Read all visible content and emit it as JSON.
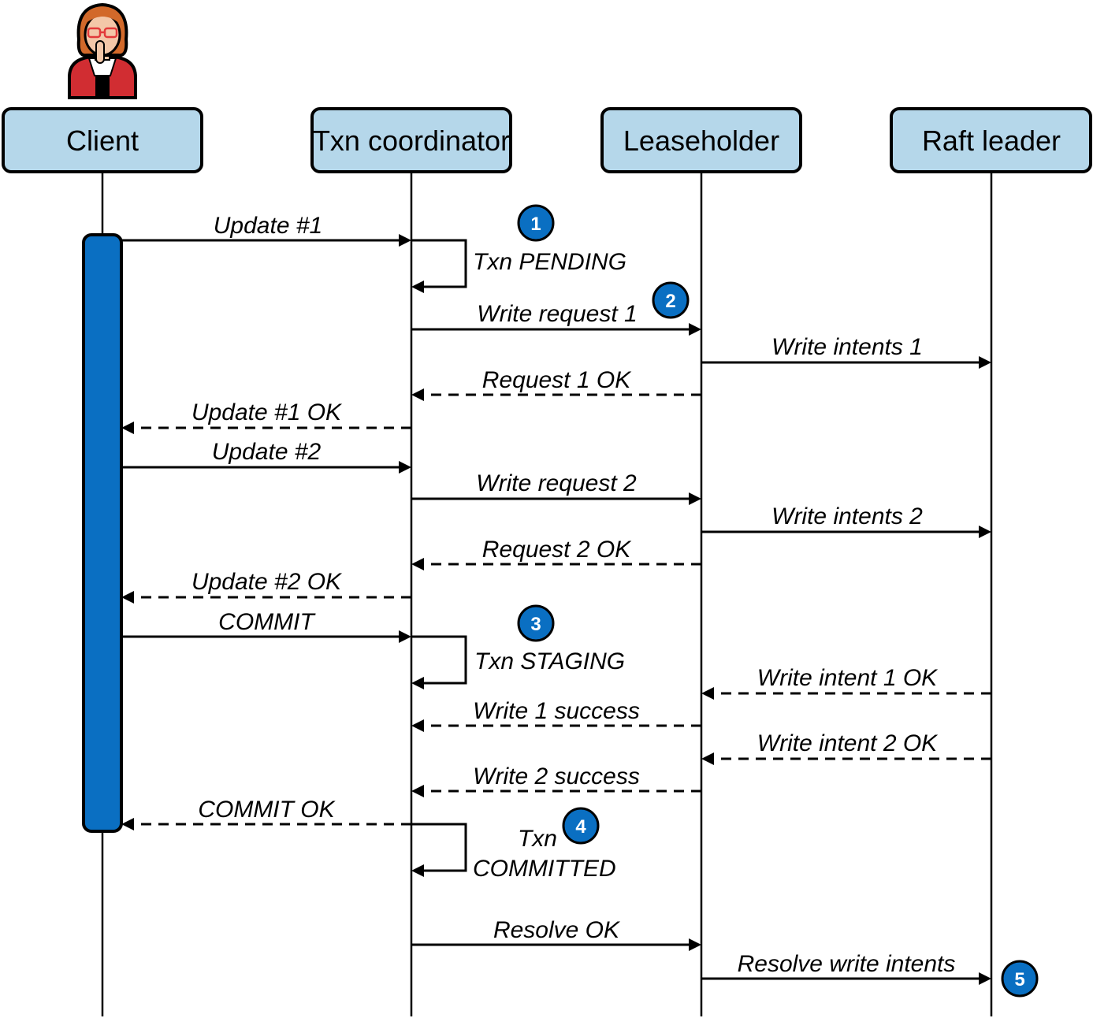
{
  "participants": [
    {
      "id": "client",
      "label": "Client"
    },
    {
      "id": "coord",
      "label": "Txn coordinator"
    },
    {
      "id": "lease",
      "label": "Leaseholder"
    },
    {
      "id": "raft",
      "label": "Raft leader"
    }
  ],
  "messages": [
    {
      "id": "update1",
      "from": "client",
      "to": "coord",
      "label": "Update #1",
      "style": "solid"
    },
    {
      "id": "write_req1",
      "from": "coord",
      "to": "lease",
      "label": "Write request 1",
      "style": "solid"
    },
    {
      "id": "write_intents1",
      "from": "lease",
      "to": "raft",
      "label": "Write intents 1",
      "style": "solid"
    },
    {
      "id": "request1_ok",
      "from": "lease",
      "to": "coord",
      "label": "Request 1 OK",
      "style": "dashed"
    },
    {
      "id": "update1_ok",
      "from": "coord",
      "to": "client",
      "label": "Update #1 OK",
      "style": "dashed"
    },
    {
      "id": "update2",
      "from": "client",
      "to": "coord",
      "label": "Update #2",
      "style": "solid"
    },
    {
      "id": "write_req2",
      "from": "coord",
      "to": "lease",
      "label": "Write request 2",
      "style": "solid"
    },
    {
      "id": "write_intents2",
      "from": "lease",
      "to": "raft",
      "label": "Write intents 2",
      "style": "solid"
    },
    {
      "id": "request2_ok",
      "from": "lease",
      "to": "coord",
      "label": "Request 2 OK",
      "style": "dashed"
    },
    {
      "id": "update2_ok",
      "from": "coord",
      "to": "client",
      "label": "Update #2 OK",
      "style": "dashed"
    },
    {
      "id": "commit",
      "from": "client",
      "to": "coord",
      "label": "COMMIT",
      "style": "solid"
    },
    {
      "id": "write_intent1_ok",
      "from": "raft",
      "to": "lease",
      "label": "Write intent 1 OK",
      "style": "dashed"
    },
    {
      "id": "write1_success",
      "from": "lease",
      "to": "coord",
      "label": "Write 1 success",
      "style": "dashed"
    },
    {
      "id": "write_intent2_ok",
      "from": "raft",
      "to": "lease",
      "label": "Write intent 2 OK",
      "style": "dashed"
    },
    {
      "id": "write2_success",
      "from": "lease",
      "to": "coord",
      "label": "Write 2 success",
      "style": "dashed"
    },
    {
      "id": "commit_ok",
      "from": "coord",
      "to": "client",
      "label": "COMMIT OK",
      "style": "dashed"
    },
    {
      "id": "resolve_ok",
      "from": "coord",
      "to": "lease",
      "label": "Resolve OK",
      "style": "solid"
    },
    {
      "id": "resolve_write_intents",
      "from": "lease",
      "to": "raft",
      "label": "Resolve write intents",
      "style": "solid"
    }
  ],
  "self_loops": [
    {
      "id": "txn_pending",
      "label_lines": [
        "Txn PENDING"
      ]
    },
    {
      "id": "txn_staging",
      "label_lines": [
        "Txn STAGING"
      ]
    },
    {
      "id": "txn_committed",
      "label_lines": [
        "Txn",
        "COMMITTED"
      ]
    }
  ],
  "badges": [
    "1",
    "2",
    "3",
    "4",
    "5"
  ],
  "colors": {
    "box_fill": "#b5d7ea",
    "activation_fill": "#0a6fc2",
    "badge_fill": "#0a6fc2"
  },
  "icons": {
    "actor": "woman-avatar-icon"
  }
}
